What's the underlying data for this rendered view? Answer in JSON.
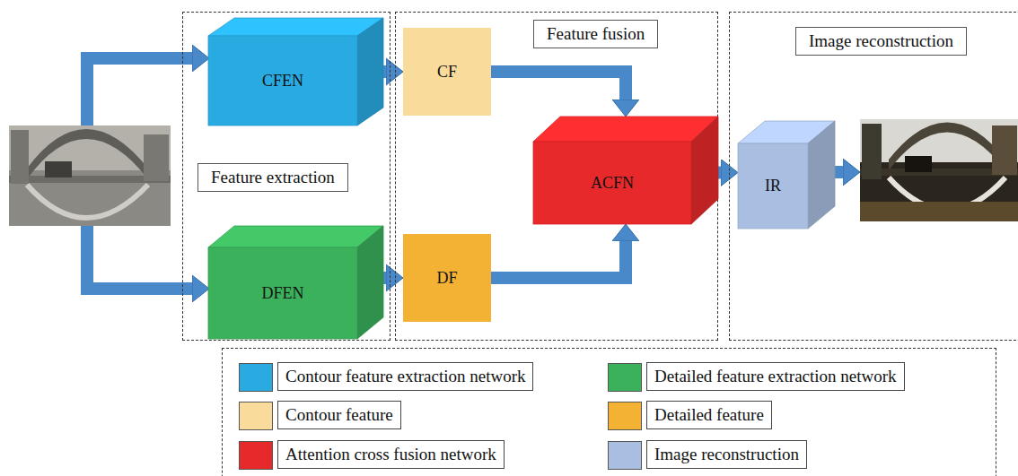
{
  "diagram": {
    "nodes": [
      {
        "text": [
          "Feature extraction"
        ]
      },
      {
        "text": [
          "Feature fusion"
        ]
      },
      {
        "text": [
          "Image reconstruction"
        ]
      },
      {
        "text": [
          "CFEN"
        ],
        "in": 0
      },
      {
        "text": [
          "DFEN"
        ],
        "in": 0
      },
      {
        "text": [
          "CF"
        ],
        "in": 1
      },
      {
        "text": [
          "DF"
        ],
        "in": 1
      },
      {
        "text": [
          "ACFN"
        ],
        "in": 1
      },
      {
        "text": [
          "IR"
        ],
        "in": 2
      }
    ],
    "edges": [
      {
        "from": 3,
        "to": 5,
        "arrow": "to"
      },
      {
        "from": 4,
        "to": 6,
        "arrow": "to"
      },
      {
        "from": 5,
        "to": 7,
        "arrow": "to"
      },
      {
        "from": 6,
        "to": 7,
        "arrow": "to"
      },
      {
        "from": 7,
        "to": 8,
        "arrow": "to"
      }
    ],
    "legend": [
      {
        "text": "Contour feature extraction network",
        "color": "#29abe2"
      },
      {
        "text": "Detailed feature extraction network",
        "color": "#3bb15c"
      },
      {
        "text": "Contour feature",
        "color": "#f9dc9c"
      },
      {
        "text": "Detailed feature",
        "color": "#f3b233"
      },
      {
        "text": "Attention cross fusion network",
        "color": "#e8292b"
      },
      {
        "text": "Image reconstruction",
        "color": "#a9bee0"
      }
    ]
  }
}
